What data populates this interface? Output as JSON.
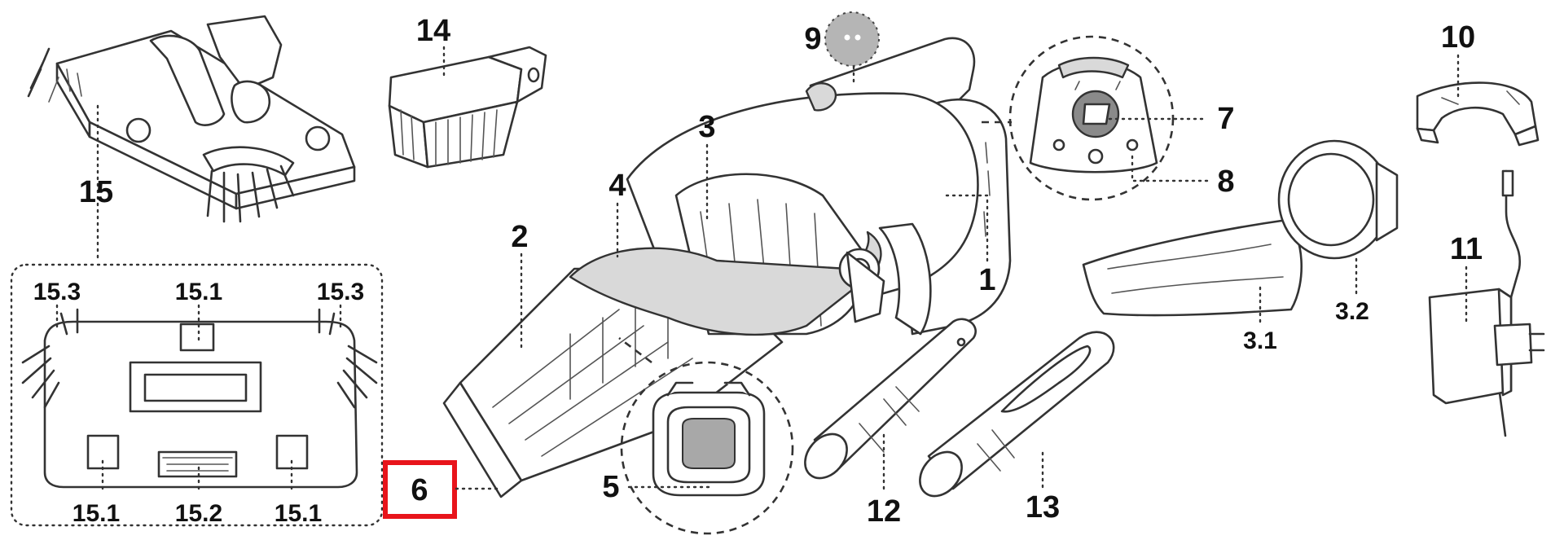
{
  "labels": {
    "n1": "1",
    "n2": "2",
    "n3": "3",
    "n3_1": "3.1",
    "n3_2": "3.2",
    "n4": "4",
    "n5": "5",
    "n6": "6",
    "n7": "7",
    "n8": "8",
    "n9": "9",
    "n10": "10",
    "n11": "11",
    "n12": "12",
    "n13": "13",
    "n14": "14",
    "n15": "15",
    "n15_1a": "15.1",
    "n15_1b": "15.1",
    "n15_1c": "15.1",
    "n15_2": "15.2",
    "n15_3a": "15.3",
    "n15_3b": "15.3"
  },
  "colors": {
    "highlight": "#e8141b",
    "line": "#333333",
    "fill_light": "#d9d9d9",
    "fill_dark": "#8a8a8a"
  }
}
